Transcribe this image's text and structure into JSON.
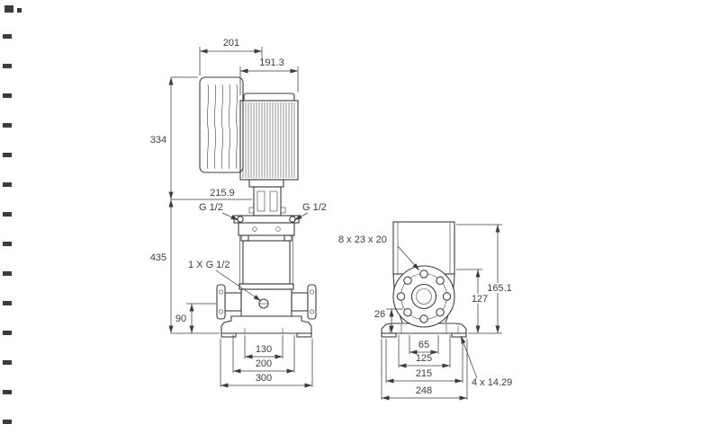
{
  "colors": {
    "background": "#ffffff",
    "ink": "#3d3d3d"
  },
  "side_view": {
    "dim_width_converter": "201",
    "dim_width_motor": "191.3",
    "dim_height_motor_unit": "334",
    "dim_motor_stool": "215.9",
    "dim_height_pump": "435",
    "dim_port_height": "90",
    "port_left": "G 1/2",
    "port_right": "G 1/2",
    "drain_port": "1 X G 1/2",
    "dim_base_slot_span": "130",
    "dim_base_bolt_span": "200",
    "dim_base_length": "300"
  },
  "front_view": {
    "flange_bolt_note": "8 x 23 x 20",
    "dim_foot_height": "26",
    "dim_port_center_height": "127",
    "dim_overall_height": "165.1",
    "dim_base_inner_span": "65",
    "dim_base_mid_span": "125",
    "dim_base_bolt_span": "215",
    "dim_base_width": "248",
    "base_hole_note": "4 x 14.29"
  }
}
